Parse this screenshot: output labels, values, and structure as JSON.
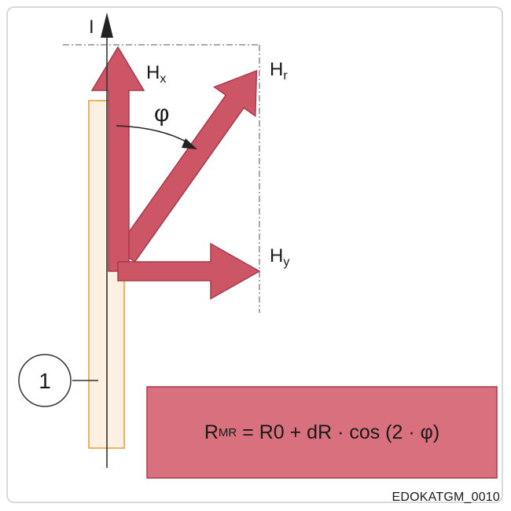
{
  "axis_label": "I",
  "labels": {
    "hx_main": "H",
    "hx_sub": "x",
    "hr_main": "H",
    "hr_sub": "r",
    "hy_main": "H",
    "hy_sub": "y",
    "phi": "φ",
    "callout": "1"
  },
  "formula": {
    "lhs_main": "R",
    "lhs_sub": "MR",
    "rhs": " = R0 + dR · cos (2 · φ)"
  },
  "footer_id": "EDOKATGM_0010",
  "colors": {
    "arrow_fill": "#cc5566",
    "arrow_stroke": "#a83a4c",
    "strip_border": "#f0b060",
    "strip_fill": "#fbf0e2",
    "formula_fill": "#d9707e",
    "axis": "#333333"
  }
}
